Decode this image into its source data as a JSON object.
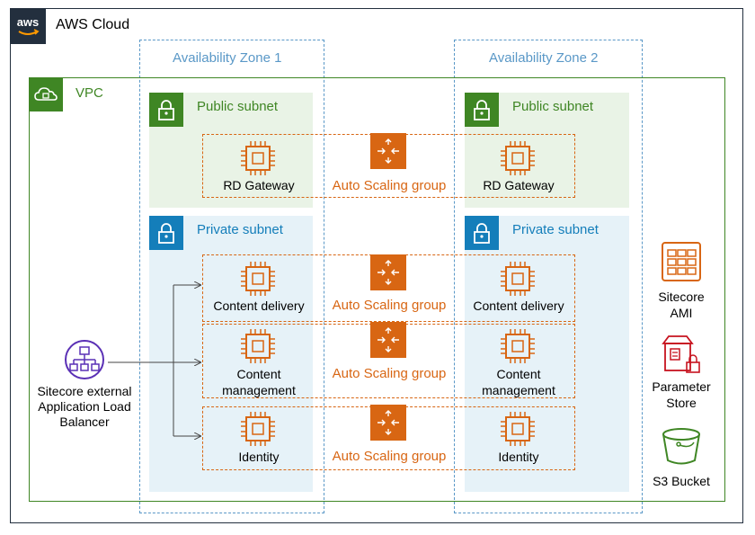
{
  "diagram": {
    "cloud_label": "AWS Cloud",
    "aws_logo_text": "aws",
    "vpc_label": "VPC",
    "az1_label": "Availability Zone 1",
    "az2_label": "Availability Zone 2",
    "public_subnet_label": "Public subnet",
    "private_subnet_label": "Private subnet",
    "asg_label": "Auto Scaling group",
    "instances": {
      "rd_gateway": "RD Gateway",
      "content_delivery": "Content delivery",
      "content_management_line1": "Content",
      "content_management_line2": "management",
      "identity": "Identity"
    },
    "load_balancer_lines": [
      "Sitecore external",
      "Application Load",
      "Balancer"
    ],
    "services": {
      "ami_line1": "Sitecore",
      "ami_line2": "AMI",
      "param_line1": "Parameter",
      "param_line2": "Store",
      "s3": "S3 Bucket"
    },
    "colors": {
      "aws_dark": "#232f3e",
      "vpc_green": "#3f8624",
      "private_blue": "#147eba",
      "az_blue": "#5a98c7",
      "compute_orange": "#d86613",
      "elb_purple": "#5a30b5",
      "security_red": "#c7131f",
      "storage_green": "#3f8624"
    }
  }
}
